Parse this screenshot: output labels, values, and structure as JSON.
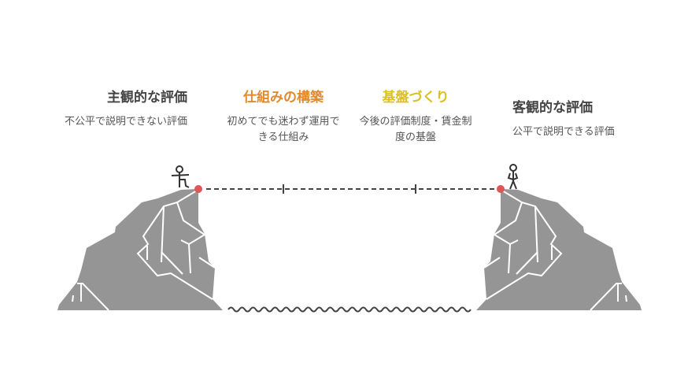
{
  "steps": [
    {
      "title": "主観的な評価",
      "desc": "不公平で説明できない評価",
      "color": "#444444"
    },
    {
      "title": "仕組みの構築",
      "desc": "初めてでも迷わず運用できる仕組み",
      "color": "#e08a2e"
    },
    {
      "title": "基盤づくり",
      "desc": "今後の評価制度・賃金制度の基盤",
      "color": "#d9c21f"
    },
    {
      "title": "客観的な評価",
      "desc": "公平で説明できる評価",
      "color": "#444444"
    }
  ],
  "colors": {
    "cliff": "#959595",
    "marker": "#e05555",
    "line": "#444444"
  }
}
